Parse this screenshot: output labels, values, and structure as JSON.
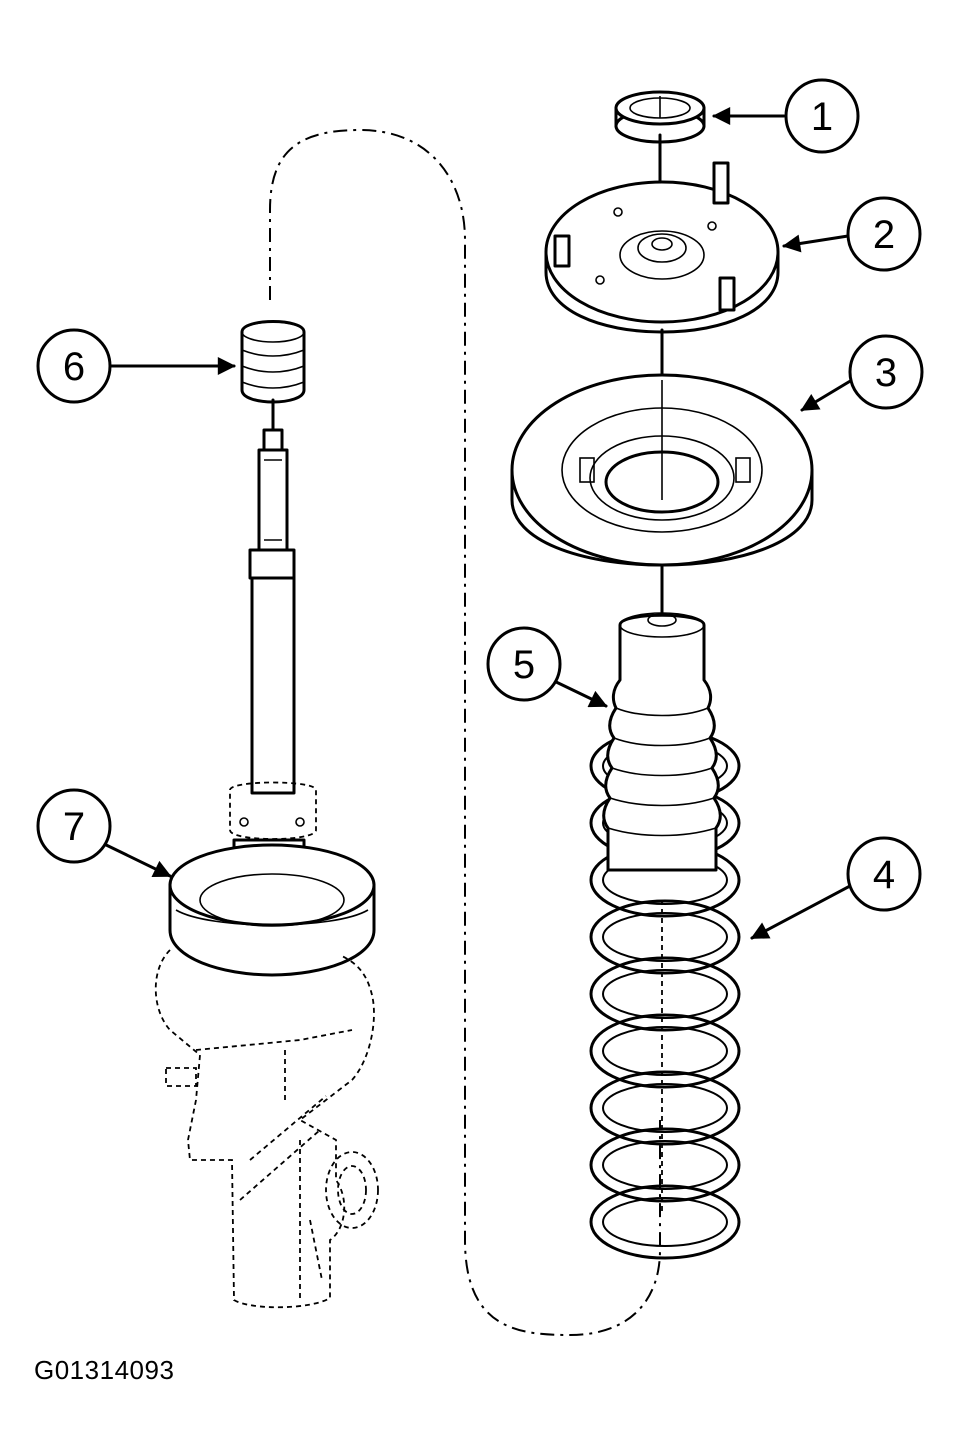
{
  "figure_id": "G01314093",
  "callouts": [
    {
      "label": "1",
      "icon": "dust-cap"
    },
    {
      "label": "2",
      "icon": "upper-mount"
    },
    {
      "label": "3",
      "icon": "spring-upper-seat"
    },
    {
      "label": "4",
      "icon": "coil-spring"
    },
    {
      "label": "5",
      "icon": "jounce-bumper-boot"
    },
    {
      "label": "6",
      "icon": "bump-stop"
    },
    {
      "label": "7",
      "icon": "spring-lower-seat"
    }
  ]
}
